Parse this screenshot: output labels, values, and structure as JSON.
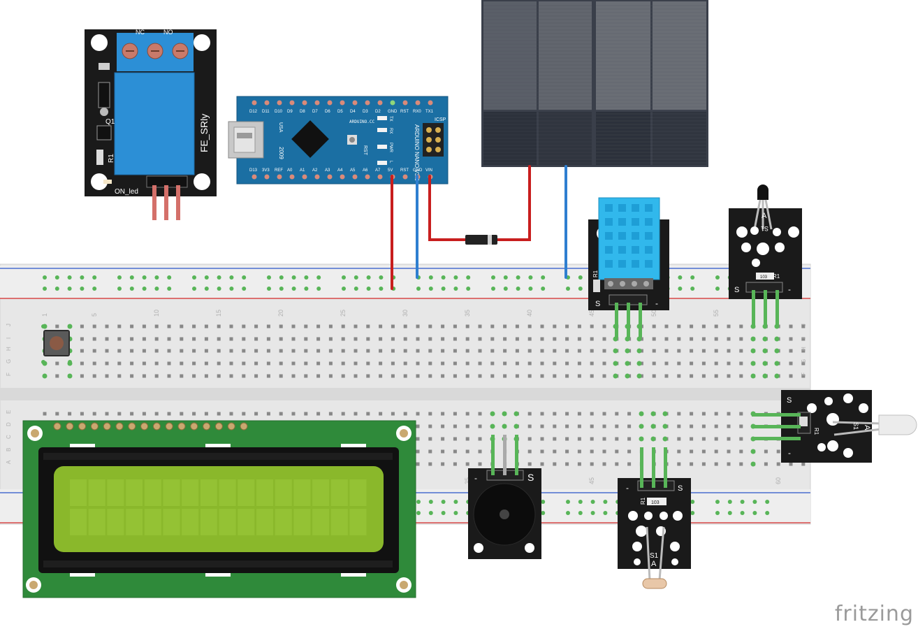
{
  "brand": "fritzing",
  "colors": {
    "board_bg": "#e6e6e6",
    "rail_red": "#d94848",
    "rail_blue": "#4a6fcf",
    "green_hole": "#58b558",
    "wire_red": "#c81e1e",
    "wire_blue": "#2f7fd0",
    "arduino": "#1b6fa3",
    "lcd_pcb": "#2f8a3a",
    "lcd_screen": "#8ab82b",
    "relay_blue": "#2c8fd6",
    "dht_blue": "#31b8ec",
    "module_black": "#1a1a1a"
  },
  "breadboard": {
    "col_numbers_top": [
      "1",
      "5",
      "10",
      "15",
      "20",
      "25",
      "30",
      "35",
      "40",
      "45",
      "50",
      "55"
    ],
    "col_numbers_bottom": [
      "35",
      "45",
      "60"
    ],
    "row_letters_top": [
      "J",
      "I",
      "H",
      "G",
      "F"
    ],
    "row_letters_bottom": [
      "E",
      "D",
      "C",
      "B",
      "A"
    ]
  },
  "relay": {
    "label": "FE_SRly",
    "nc": "NC",
    "no": "NO",
    "q1": "Q1",
    "r1": "R1",
    "led": "ON_led"
  },
  "arduino": {
    "top_pins": [
      "D12",
      "D11",
      "D10",
      "D9",
      "D8",
      "D7",
      "D6",
      "D5",
      "D4",
      "D3",
      "D2",
      "GND",
      "RST",
      "RX0",
      "TX1"
    ],
    "bottom_pins": [
      "D13",
      "3V3",
      "REF",
      "A0",
      "A1",
      "A2",
      "A3",
      "A4",
      "A5",
      "A6",
      "A7",
      "5V",
      "RST",
      "GND",
      "VIN"
    ],
    "text_site": "ARDUINO.CC",
    "text_name": "ARDUINO NANO V3.0",
    "text_year": "2009",
    "text_usa": "USA",
    "icsp": "ICSP",
    "rst": "RST",
    "led_tx": "TX",
    "led_rx": "RX",
    "led_pwr": "PWR",
    "led_l": "L"
  },
  "dht": {
    "r1": "R1",
    "s": "S",
    "minus": "-"
  },
  "temp_module": {
    "a": "A",
    "s1": "S1",
    "r1": "R1",
    "r_val": "103",
    "s": "S",
    "minus": "-"
  },
  "ir_module": {
    "s": "S",
    "a": "A",
    "s1": "S1",
    "r1": "R1",
    "minus": "-"
  },
  "buzzer_module": {
    "minus": "-",
    "s": "S"
  },
  "ldr_module": {
    "minus": "-",
    "s": "S",
    "r1": "R1",
    "r_val": "103",
    "a": "A",
    "s1": "S1"
  }
}
